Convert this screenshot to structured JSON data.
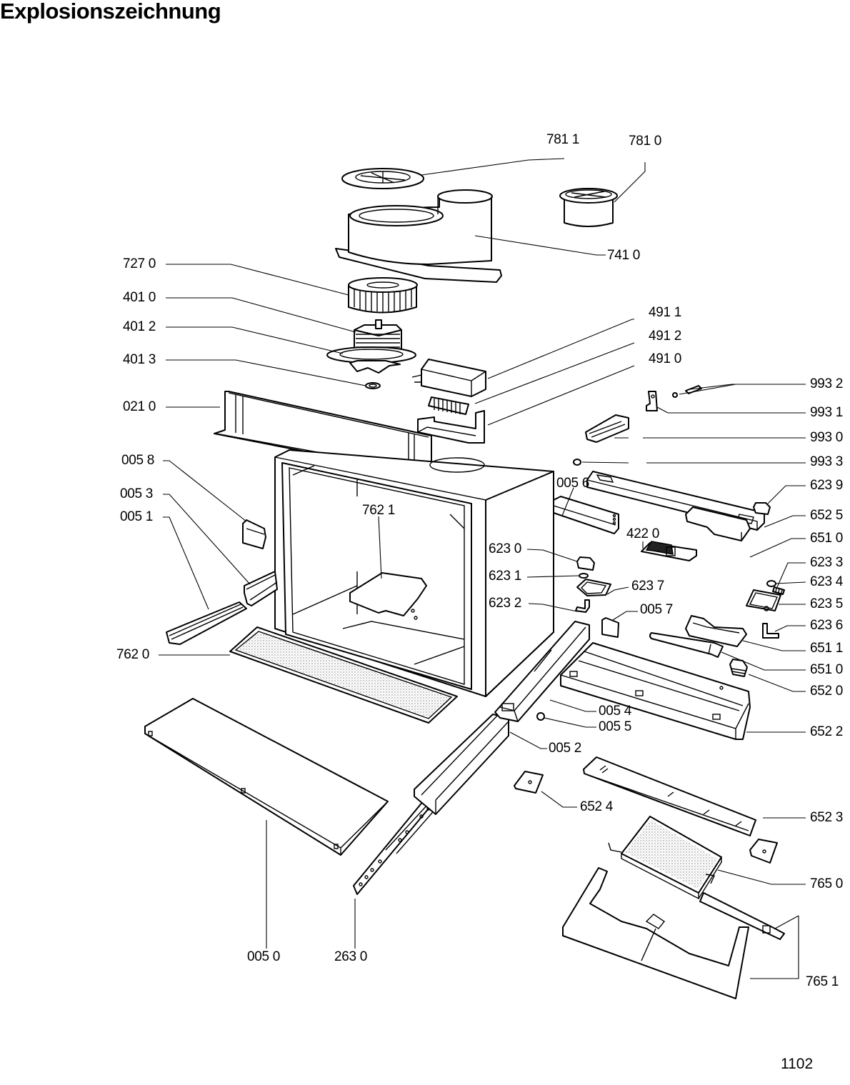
{
  "page": {
    "title": "Explosionszeichnung",
    "page_number": "1102"
  },
  "diagram": {
    "type": "exploded-view parts diagram",
    "subject": "cooker hood (range hood) assembly",
    "callouts": [
      {
        "id": "c7811",
        "label": "781 1"
      },
      {
        "id": "c7810",
        "label": "781 0"
      },
      {
        "id": "c7410",
        "label": "741 0"
      },
      {
        "id": "c7270",
        "label": "727 0"
      },
      {
        "id": "c4010",
        "label": "401 0"
      },
      {
        "id": "c4012",
        "label": "401 2"
      },
      {
        "id": "c4013",
        "label": "401 3"
      },
      {
        "id": "c4911",
        "label": "491 1"
      },
      {
        "id": "c4912",
        "label": "491 2"
      },
      {
        "id": "c4910",
        "label": "491 0"
      },
      {
        "id": "c9932",
        "label": "993 2"
      },
      {
        "id": "c9931",
        "label": "993 1"
      },
      {
        "id": "c9930",
        "label": "993 0"
      },
      {
        "id": "c9933",
        "label": "993 3"
      },
      {
        "id": "c0210",
        "label": "021 0"
      },
      {
        "id": "c0058",
        "label": "005 8"
      },
      {
        "id": "c0053",
        "label": "005 3"
      },
      {
        "id": "c0051",
        "label": "005 1"
      },
      {
        "id": "c7620",
        "label": "762 0"
      },
      {
        "id": "c7621",
        "label": "762 1"
      },
      {
        "id": "c0056",
        "label": "005 6"
      },
      {
        "id": "c6239",
        "label": "623 9"
      },
      {
        "id": "c6525",
        "label": "652 5"
      },
      {
        "id": "c4220",
        "label": "422 0"
      },
      {
        "id": "c6510a",
        "label": "651 0"
      },
      {
        "id": "c6230",
        "label": "623 0"
      },
      {
        "id": "c6233",
        "label": "623 3"
      },
      {
        "id": "c6231",
        "label": "623 1"
      },
      {
        "id": "c6237",
        "label": "623 7"
      },
      {
        "id": "c6234",
        "label": "623 4"
      },
      {
        "id": "c6235",
        "label": "623 5"
      },
      {
        "id": "c6232",
        "label": "623 2"
      },
      {
        "id": "c0057",
        "label": "005 7"
      },
      {
        "id": "c6236",
        "label": "623 6"
      },
      {
        "id": "c6511",
        "label": "651 1"
      },
      {
        "id": "c6510b",
        "label": "651 0"
      },
      {
        "id": "c6520",
        "label": "652 0"
      },
      {
        "id": "c0054",
        "label": "005 4"
      },
      {
        "id": "c0055",
        "label": "005 5"
      },
      {
        "id": "c6522",
        "label": "652 2"
      },
      {
        "id": "c0052",
        "label": "005 2"
      },
      {
        "id": "c6524",
        "label": "652 4"
      },
      {
        "id": "c6523",
        "label": "652 3"
      },
      {
        "id": "c7650",
        "label": "765 0"
      },
      {
        "id": "c7651",
        "label": "765 1"
      },
      {
        "id": "c0050",
        "label": "005 0"
      },
      {
        "id": "c2630",
        "label": "263 0"
      }
    ]
  }
}
